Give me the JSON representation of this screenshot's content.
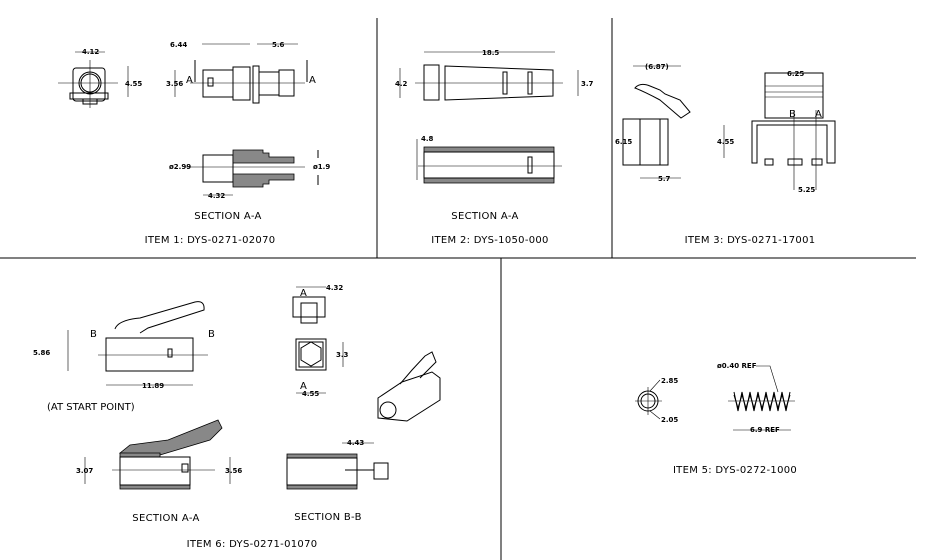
{
  "items": [
    {
      "caption": "ITEM 1:  DYS-0271-02070",
      "section": "SECTION A-A",
      "dims": {
        "w": "4.12",
        "h": "4.55",
        "len1": "6.44",
        "len2": "5.6",
        "dia": "3.56",
        "od": "ø2.99",
        "id": "ø1.9",
        "depth": "4.32",
        "cut_a": "A"
      }
    },
    {
      "caption": "ITEM 2:  DYS-1050-000",
      "section": "SECTION A-A",
      "dims": {
        "len": "18.5",
        "d1": "4.2",
        "d2": "3.7",
        "d3": "4.8"
      }
    },
    {
      "caption": "ITEM 3:  DYS-0271-17001",
      "dims": {
        "reach": "(6.87)",
        "h": "6.15",
        "base": "5.7",
        "w": "6.25",
        "h2": "4.55",
        "pitch": "5.25",
        "cut_b": "B",
        "cut_a": "A"
      }
    },
    {
      "caption": "ITEM 5:  DYS-0272-1000",
      "dims": {
        "od": "2.85",
        "id": "2.05",
        "wire": "ø0.40 REF",
        "len": "6.9 REF"
      }
    },
    {
      "caption": "ITEM 6:  DYS-0271-01070",
      "note": "(AT START POINT)",
      "section_a": "SECTION A-A",
      "section_b": "SECTION B-B",
      "dims": {
        "h": "5.86",
        "len": "11.89",
        "w_top": "4.32",
        "sq": "3.3",
        "w_bot": "4.55",
        "d1": "3.07",
        "d2": "3.56",
        "slot": "4.43",
        "cut_a": "A",
        "cut_b": "B"
      }
    }
  ]
}
